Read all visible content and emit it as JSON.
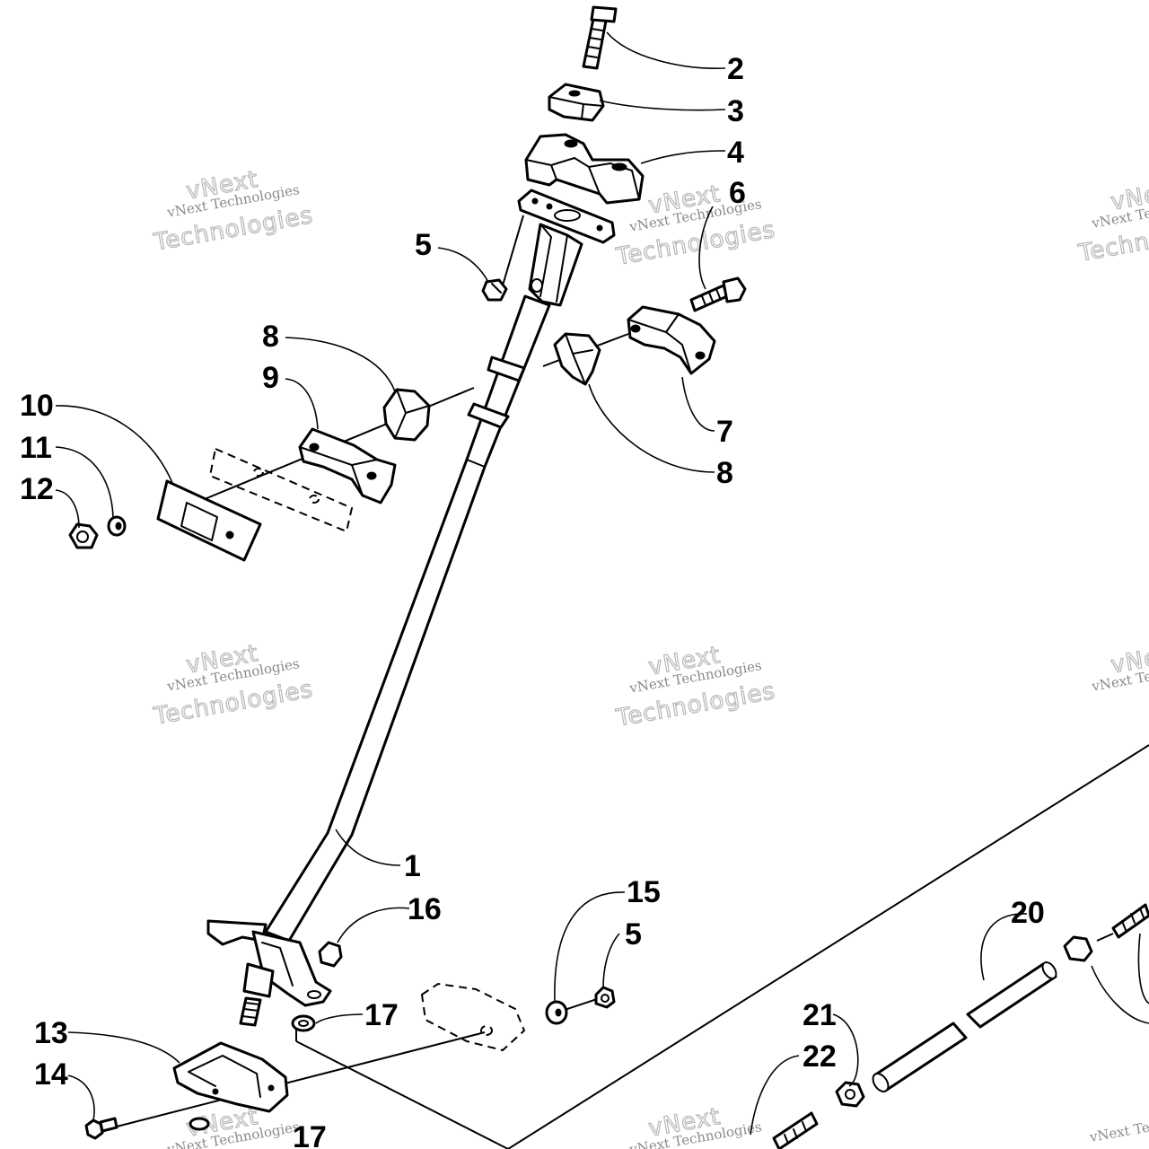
{
  "callouts": [
    {
      "id": "c2",
      "label": "2"
    },
    {
      "id": "c3",
      "label": "3"
    },
    {
      "id": "c4",
      "label": "4"
    },
    {
      "id": "c6",
      "label": "6"
    },
    {
      "id": "c5a",
      "label": "5"
    },
    {
      "id": "c8a",
      "label": "8"
    },
    {
      "id": "c9",
      "label": "9"
    },
    {
      "id": "c10",
      "label": "10"
    },
    {
      "id": "c11",
      "label": "11"
    },
    {
      "id": "c12",
      "label": "12"
    },
    {
      "id": "c7",
      "label": "7"
    },
    {
      "id": "c8b",
      "label": "8"
    },
    {
      "id": "c1",
      "label": "1"
    },
    {
      "id": "c15",
      "label": "15"
    },
    {
      "id": "c16",
      "label": "16"
    },
    {
      "id": "c5b",
      "label": "5"
    },
    {
      "id": "c20",
      "label": "20"
    },
    {
      "id": "c17a",
      "label": "17"
    },
    {
      "id": "c13",
      "label": "13"
    },
    {
      "id": "c21",
      "label": "21"
    },
    {
      "id": "c14",
      "label": "14"
    },
    {
      "id": "c22",
      "label": "22"
    },
    {
      "id": "c17b",
      "label": "17"
    }
  ],
  "watermark": {
    "line1": "vNext Technologies",
    "line2": "Technologies",
    "line3": "vNext"
  }
}
